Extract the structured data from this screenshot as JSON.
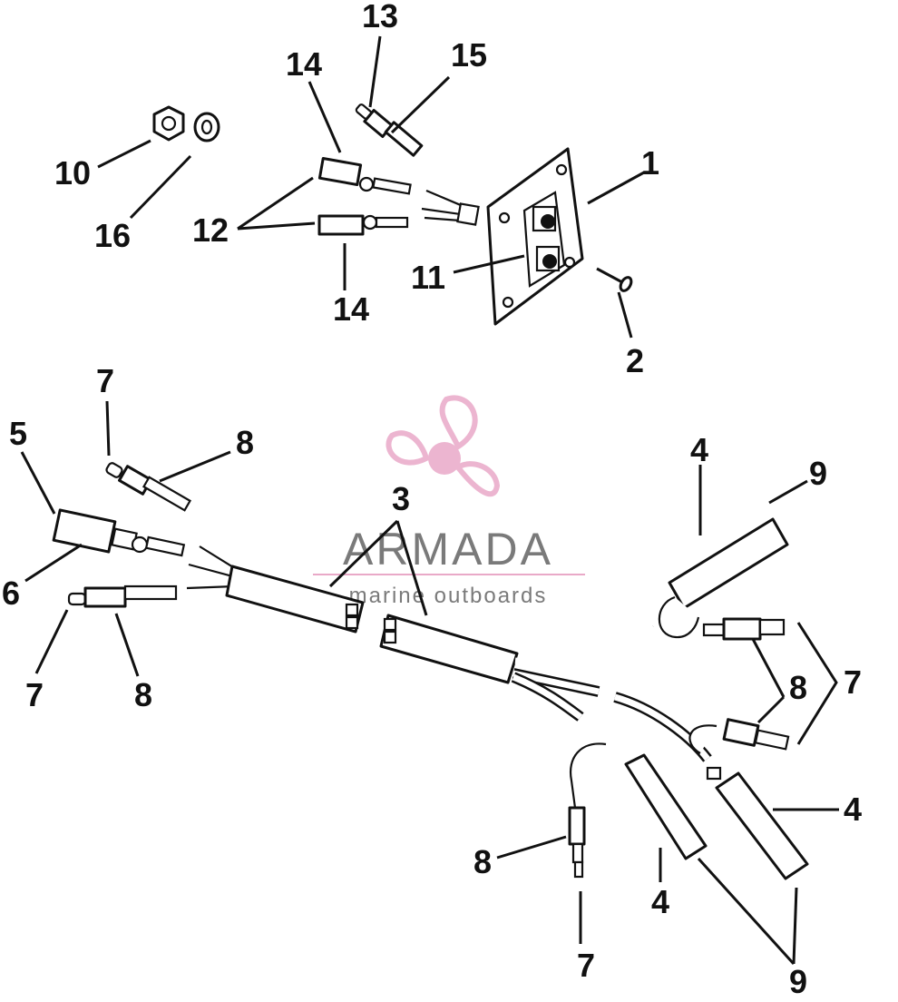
{
  "watermark": {
    "brand": "ARMADA",
    "tagline": "marine outboards",
    "accent_color": "#e9a9c8",
    "text_color": "#7a7a7a"
  },
  "callouts": {
    "c1": "1",
    "c2": "2",
    "c3": "3",
    "c4a": "4",
    "c4b": "4",
    "c4c": "4",
    "c5": "5",
    "c6": "6",
    "c7a": "7",
    "c7b": "7",
    "c7c": "7",
    "c7d": "7",
    "c8a": "8",
    "c8b": "8",
    "c8c": "8",
    "c8d": "8",
    "c9a": "9",
    "c9b": "9",
    "c10": "10",
    "c11": "11",
    "c12": "12",
    "c13": "13",
    "c14a": "14",
    "c14b": "14",
    "c15": "15",
    "c16": "16"
  }
}
